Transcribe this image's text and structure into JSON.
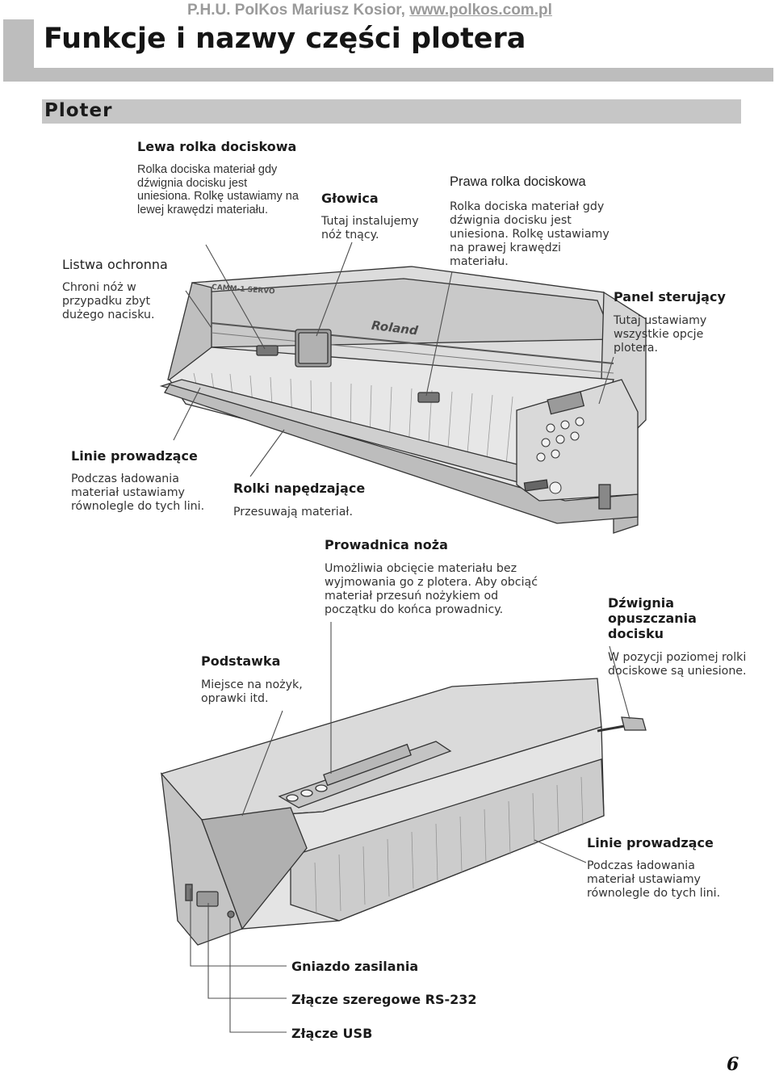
{
  "header": {
    "company_prefix": "P.H.U. PolKos Mariusz Kosior, ",
    "company_link": "www.polkos.com.pl",
    "title": "Funkcje i nazwy części plotera"
  },
  "section": {
    "title": "Ploter"
  },
  "callouts": {
    "left_roller": {
      "label": "Lewa rolka dociskowa",
      "description": "Rolka dociska materiał gdy dźwignia docisku jest uniesiona. Rolkę ustawiamy na lewej krawędzi materiału."
    },
    "cutter_strip": {
      "label": "Listwa ochronna",
      "description": "Chroni nóż w przypadku zbyt dużego nacisku."
    },
    "head": {
      "label": "Głowica",
      "description": "Tutaj instalujemy nóż tnący."
    },
    "right_roller": {
      "label": "Prawa rolka dociskowa",
      "description": "Rolka dociska materiał gdy dźwignia docisku jest uniesiona. Rolkę ustawiamy na prawej krawędzi materiału."
    },
    "control_panel": {
      "label": "Panel sterujący",
      "description": "Tutaj ustawiamy wszystkie opcje plotera."
    },
    "guide_lines_top": {
      "label": "Linie prowadzące",
      "description": "Podczas ładowania materiał ustawiamy równolegle do tych lini."
    },
    "drive_rollers": {
      "label": "Rolki napędzające",
      "description": "Przesuwają materiał."
    },
    "knife_guide": {
      "label": "Prowadnica noża",
      "description": "Umożliwia obcięcie materiału bez wyjmowania go z plotera. Aby obciąć materiał przesuń nożykiem od początku do końca prowadnicy."
    },
    "stand": {
      "label": "Podstawka",
      "description": "Miejsce na nożyk, oprawki itd."
    },
    "pinch_lever": {
      "label": "Dźwignia opuszczania docisku",
      "description": "W pozycji poziomej rolki dociskowe są uniesione."
    },
    "guide_lines_bottom": {
      "label": "Linie prowadzące",
      "description": "Podczas ładowania materiał ustawiamy równolegle do tych lini."
    },
    "power_socket": {
      "label": "Gniazdo zasilania"
    },
    "serial_port": {
      "label": "Złącze szeregowe RS-232"
    },
    "usb_port": {
      "label": "Złącze USB"
    }
  },
  "illustration": {
    "brand_text": "Roland",
    "model_text": "CAMM-1 SERVO"
  },
  "footer": {
    "page_number": "6"
  }
}
